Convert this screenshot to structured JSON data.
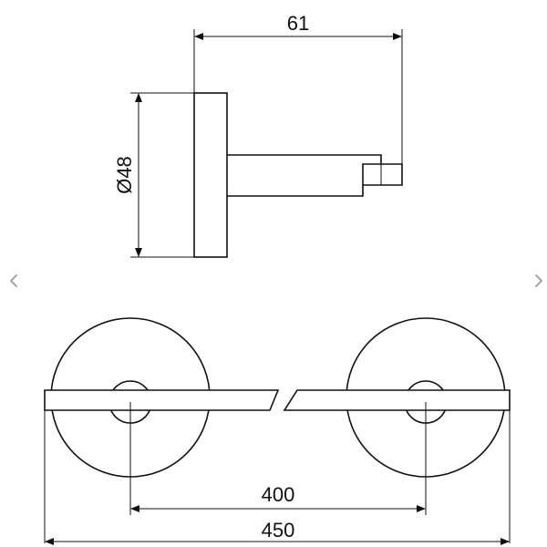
{
  "drawing": {
    "side_view": {
      "width_dimension": "61",
      "diameter_dimension": "Ø48"
    },
    "front_view": {
      "center_distance": "400",
      "overall_length": "450"
    }
  },
  "navigation": {
    "prev_glyph": "‹",
    "next_glyph": "›",
    "prev_icon": "chevron-left-icon",
    "next_icon": "chevron-right-icon"
  },
  "colors": {
    "line": "#111111",
    "nav": "#9a9a9a",
    "background": "#ffffff"
  }
}
